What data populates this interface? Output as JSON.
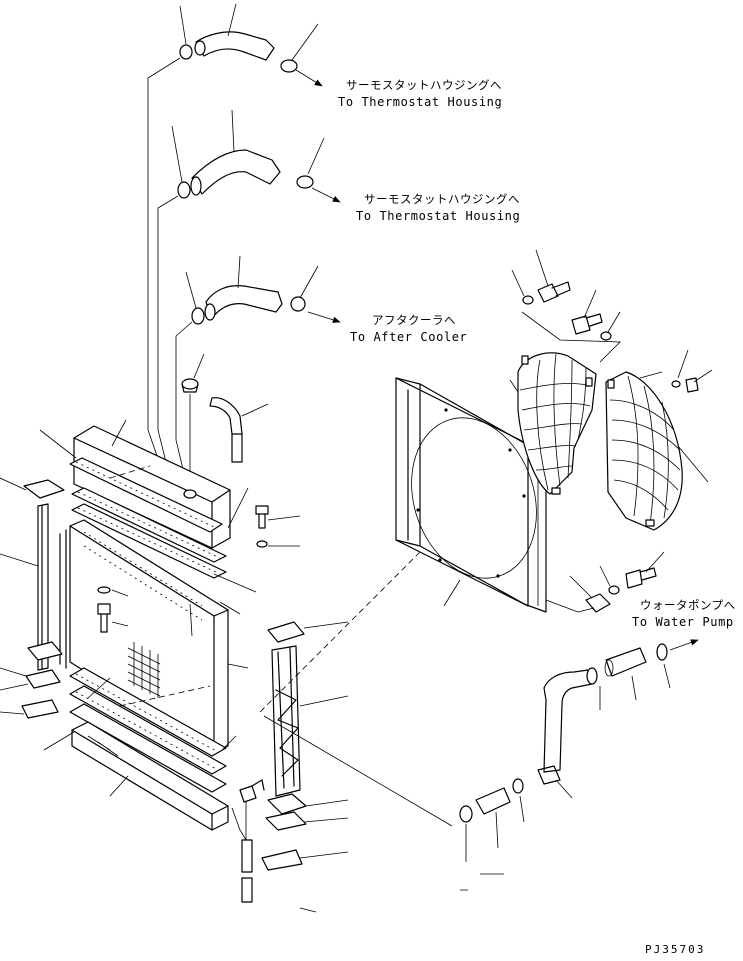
{
  "labels": {
    "thermostat_1_jp": "サーモスタットハウジングへ",
    "thermostat_1_en": "To Thermostat Housing",
    "thermostat_2_jp": "サーモスタットハウジングへ",
    "thermostat_2_en": "To Thermostat Housing",
    "aftercooler_jp": "アフタクーラへ",
    "aftercooler_en": "To After Cooler",
    "waterpump_jp": "ウォータポンプへ",
    "waterpump_en": "To Water Pump",
    "drawing_code": "PJ35703"
  },
  "icons": {
    "arrow": "flow-arrow-icon",
    "hose": "hose-icon",
    "clamp": "hose-clamp-icon",
    "bolt": "bolt-icon",
    "fan_guard": "fan-guard-icon",
    "radiator_core": "radiator-core-icon"
  },
  "colors": {
    "line": "#000000",
    "background": "#ffffff"
  }
}
